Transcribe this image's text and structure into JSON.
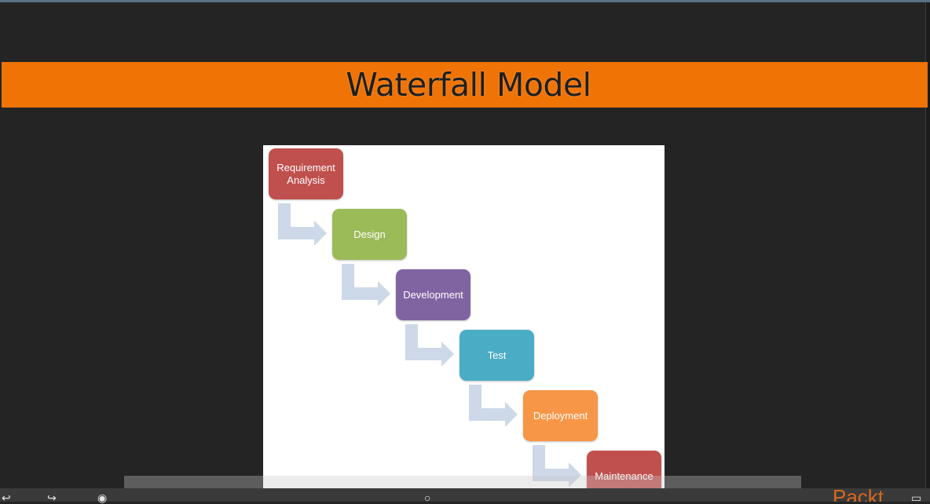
{
  "slide": {
    "title": "Waterfall Model"
  },
  "diagram": {
    "phases": [
      {
        "label": "Requirement\nAnalysis",
        "color": "#c0504d"
      },
      {
        "label": "Design",
        "color": "#9bbb59"
      },
      {
        "label": "Development",
        "color": "#8064a2"
      },
      {
        "label": "Test",
        "color": "#4bacc6"
      },
      {
        "label": "Deployment",
        "color": "#f79646"
      },
      {
        "label": "Maintenance",
        "color": "#c0504d"
      }
    ],
    "arrow_color": "#cdd8e8"
  },
  "player": {
    "controls": [
      "rewind-icon",
      "forward-icon",
      "volume-icon",
      "play-position-icon",
      "fullscreen-icon"
    ],
    "logo_text": "Packt"
  }
}
